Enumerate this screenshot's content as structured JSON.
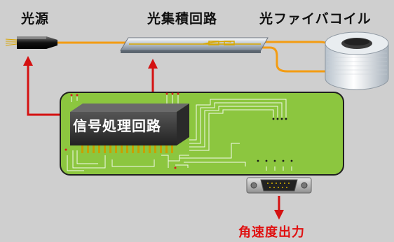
{
  "labels": {
    "light_source": "光源",
    "photonic_ic": "光集積回路",
    "fiber_coil": "光ファイバコイル",
    "signal_circuit": "信号処理回路",
    "output": "角速度出力"
  },
  "colors": {
    "background": "#cfcfcf",
    "board": "#8cc63f",
    "fiber": "#f39c12",
    "arrow": "#d41111",
    "chip": "#3a3a3a",
    "pin": "#c8a000"
  },
  "icons": [
    "light-source-icon",
    "photonic-chip-icon",
    "fiber-coil-icon",
    "circuit-board-icon",
    "ic-chip-icon",
    "connector-icon"
  ]
}
